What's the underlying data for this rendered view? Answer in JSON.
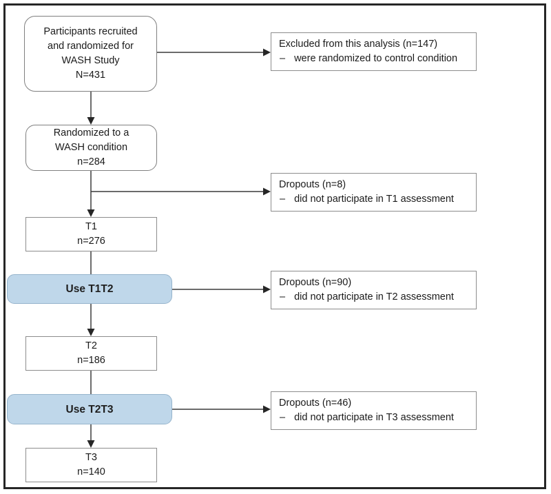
{
  "nodes": {
    "recruited": {
      "lines": [
        "Participants recruited",
        "and randomized for",
        "WASH Study",
        "N=431"
      ]
    },
    "randomized": {
      "lines": [
        "Randomized to a",
        "WASH condition",
        "n=284"
      ]
    },
    "t1": {
      "lines": [
        "T1",
        "n=276"
      ]
    },
    "use_t1t2": {
      "label": "Use T1T2"
    },
    "t2": {
      "lines": [
        "T2",
        "n=186"
      ]
    },
    "use_t2t3": {
      "label": "Use T2T3"
    },
    "t3": {
      "lines": [
        "T3",
        "n=140"
      ]
    },
    "excluded": {
      "title": "Excluded from this analysis (n=147)",
      "dash": "–",
      "detail": "were randomized to control condition"
    },
    "dropouts_t1": {
      "title": "Dropouts (n=8)",
      "dash": "–",
      "detail": "did not participate in T1 assessment"
    },
    "dropouts_t2": {
      "title": "Dropouts (n=90)",
      "dash": "–",
      "detail": "did not participate in T2 assessment"
    },
    "dropouts_t3": {
      "title": "Dropouts (n=46)",
      "dash": "–",
      "detail": "did not participate in T3 assessment"
    }
  },
  "colors": {
    "action_fill": "#bfd7ea",
    "action_border": "#96b4cc",
    "box_border": "#8c8c8c",
    "frame": "#262626",
    "arrow": "#3a3a3a",
    "text": "#1a1a1a"
  }
}
